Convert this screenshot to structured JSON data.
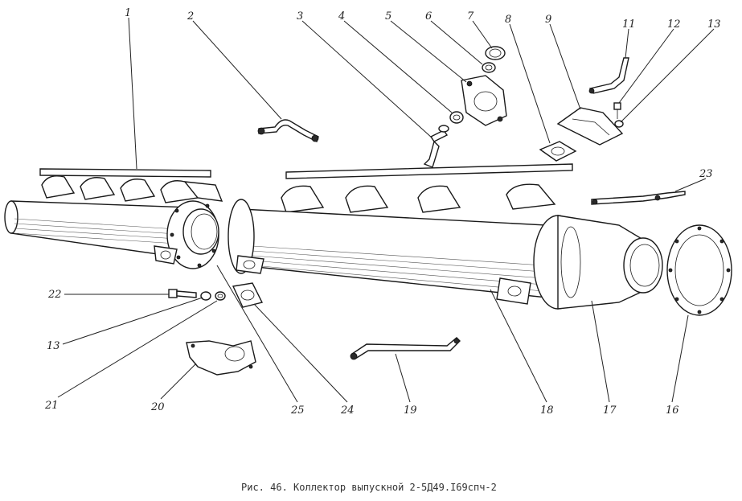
{
  "caption": "Рис. 46. Коллектор выпускной 2-5Д49.I69спч-2",
  "callouts": {
    "c1": "1",
    "c2": "2",
    "c3": "3",
    "c4": "4",
    "c5": "5",
    "c6": "6",
    "c7": "7",
    "c8": "8",
    "c9": "9",
    "c11": "11",
    "c12": "12",
    "c13a": "13",
    "c23": "23",
    "c22": "22",
    "c13b": "13",
    "c21": "21",
    "c20": "20",
    "c25": "25",
    "c24": "24",
    "c19": "19",
    "c18": "18",
    "c17": "17",
    "c16": "16"
  }
}
